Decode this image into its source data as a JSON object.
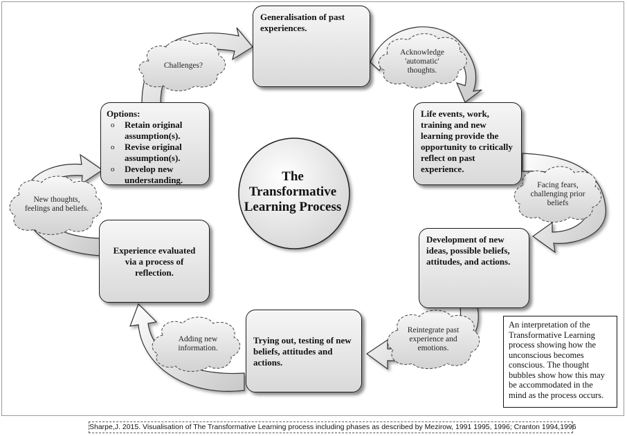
{
  "diagram": {
    "center_title": "The Transformative Learning Process",
    "boxes": {
      "generalisation": "Generalisation of past experiences.",
      "life_events": "Life events, work, training and new learning provide the opportunity to critically reflect on past experience.",
      "development": "Development of new ideas, possible beliefs, attitudes, and actions.",
      "trying_out": "Trying out, testing of new beliefs, attitudes and actions.",
      "experience_evaluated": "Experience evaluated via a process of reflection.",
      "options": {
        "heading": "Options:",
        "items": [
          "Retain original assumption(s).",
          "Revise original assumption(s).",
          "Develop new understanding."
        ],
        "bullet_symbol": "o"
      }
    },
    "bubbles": {
      "challenges": "Challenges?",
      "acknowledge": "Acknowledge 'automatic' thoughts.",
      "facing_fears": "Facing fears, challenging prior beliefs",
      "reintegrate": "Reintegrate past experience and emotions.",
      "adding_info": "Adding new information.",
      "new_thoughts": "New thoughts, feelings and beliefs."
    },
    "note": "An interpretation of the Transformative Learning process showing how the unconscious becomes conscious. The thought bubbles show how this may be accommodated in the mind as the process occurs.",
    "caption": "Sharpe,J. 2015. Visualisation of The Transformative Learning process including phases as described by Mezirow, 1991 1995, 1996; Cranton 1994,1996"
  }
}
